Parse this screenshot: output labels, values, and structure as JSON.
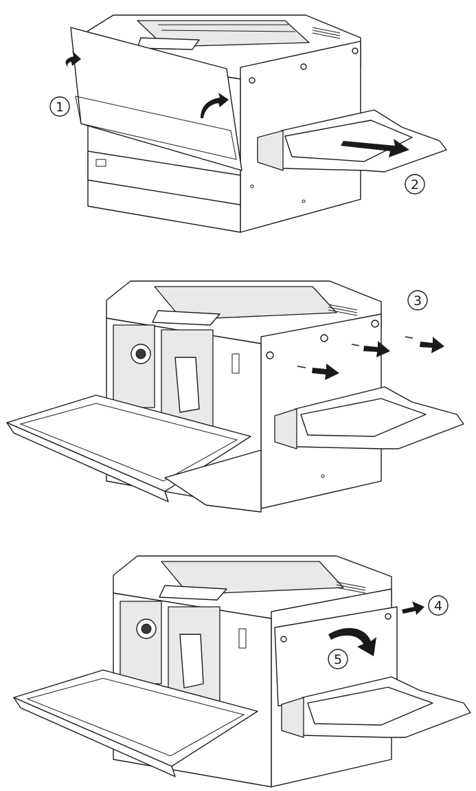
{
  "steps": [
    {
      "id": "step-1",
      "label": "1"
    },
    {
      "id": "step-2",
      "label": "2"
    },
    {
      "id": "step-3",
      "label": "3"
    },
    {
      "id": "step-4",
      "label": "4"
    },
    {
      "id": "step-5",
      "label": "5"
    }
  ],
  "colors": {
    "line": "#1a1a1a",
    "fill": "#ffffff",
    "shade": "#e9e9e9"
  }
}
